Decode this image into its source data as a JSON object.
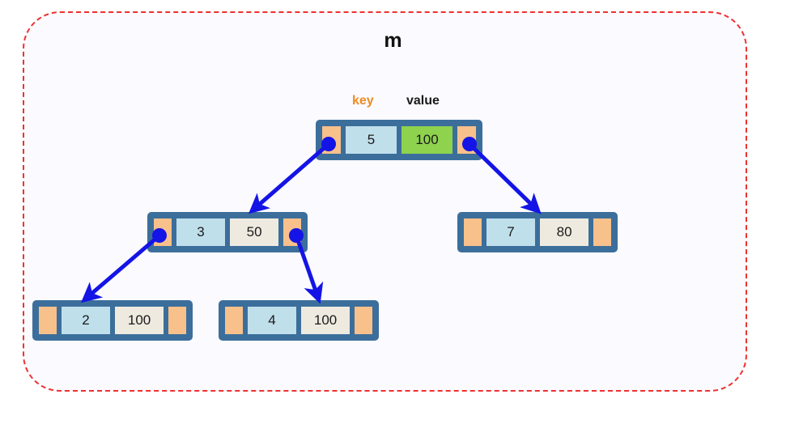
{
  "title": "m",
  "columns": {
    "key_label": "key",
    "value_label": "value"
  },
  "colors": {
    "border_dashed": "#f03030",
    "panel_bg": "#fafaff",
    "node_border": "#3c6e9b",
    "pointer_cell": "#f8c08a",
    "key_cell": "#bfdfeb",
    "value_cell": "#eeeae0",
    "value_cell_highlight": "#8ed24e",
    "arrow": "#1414e6",
    "key_label_color": "#ef8b1f",
    "value_label_color": "#1a1a1a"
  },
  "nodes": [
    {
      "id": "node-root",
      "key": "5",
      "value": "100",
      "value_highlighted": true,
      "left_pointer_set": true,
      "right_pointer_set": true
    },
    {
      "id": "node-3",
      "key": "3",
      "value": "50",
      "value_highlighted": false,
      "left_pointer_set": true,
      "right_pointer_set": true
    },
    {
      "id": "node-7",
      "key": "7",
      "value": "80",
      "value_highlighted": false,
      "left_pointer_set": false,
      "right_pointer_set": false
    },
    {
      "id": "node-2",
      "key": "2",
      "value": "100",
      "value_highlighted": false,
      "left_pointer_set": false,
      "right_pointer_set": false
    },
    {
      "id": "node-4",
      "key": "4",
      "value": "100",
      "value_highlighted": false,
      "left_pointer_set": false,
      "right_pointer_set": false
    }
  ],
  "edges": [
    {
      "id": "edge-root-left",
      "from": "node-root",
      "to": "node-3"
    },
    {
      "id": "edge-root-right",
      "from": "node-root",
      "to": "node-7"
    },
    {
      "id": "edge-3-left",
      "from": "node-3",
      "to": "node-2"
    },
    {
      "id": "edge-3-right",
      "from": "node-3",
      "to": "node-4"
    }
  ]
}
